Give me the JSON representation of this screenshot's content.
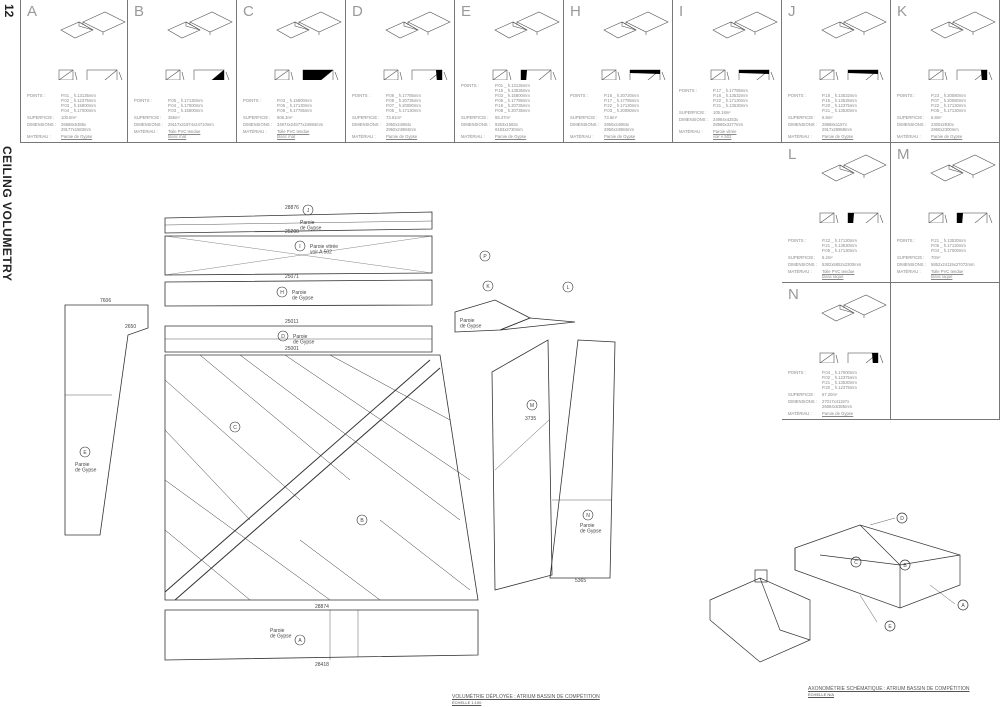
{
  "sheet": {
    "number": "12",
    "title": "CEILING VOLUMETRY"
  },
  "labels": {
    "points": "POINTS :",
    "surface": "SUPERFICIE :",
    "dimensions": "DIMENSIONS :",
    "material": "MATÉRIAU :"
  },
  "panels": [
    {
      "letter": "A",
      "points": "P.01 _ h.13135mm\nP.02 _ h.12375mm\nP.03 _ h.15800mm\nP.04 _ h.17000mm",
      "surface": "100.8m²",
      "dimensions": "26868x5385x\n29177x1583mm",
      "material": "Paroie de Gypse",
      "fill": "bottom-strip"
    },
    {
      "letter": "B",
      "points": "P.05 _ h.17130mm\nP.04 _ h.17000mm\nP.03 _ h.15800mm",
      "surface": "355m²",
      "dimensions": "29117x31974x24710mm",
      "material": "Toile PVC tendue\nblanc mat",
      "fill": "lower-triangle"
    },
    {
      "letter": "C",
      "points": "P.03 _ h.15800mm\nP.05 _ h.17130mm\nP.06 _ h.17785mm",
      "surface": "506.3m²",
      "dimensions": "34974x24577x24984mm",
      "material": "Toile PVC tendue\nblanc mat",
      "fill": "upper-triangle"
    },
    {
      "letter": "D",
      "points": "P.06 _ h.17785mm\nP.08 _ h.20735mm\nP.07 _ h.20080mm\nP.05 _ h.17130mm",
      "surface": "73.61m²",
      "dimensions": "2950x24984x\n2950x24984mm",
      "material": "Paroie de Gypse",
      "fill": "right-strip"
    },
    {
      "letter": "E",
      "points": "P.01 _ h.13135mm\nP.15 _ h.13535mm\nP.03 _ h.15800mm\nP.06 _ h.17785mm\nP.16 _ h.20735mm\nP.08 _ h.20735mm",
      "surface": "55.47m²",
      "dimensions": "9263x1583x\n9183x2730mm",
      "material": "Paroie de Gypse",
      "fill": "left-strip"
    },
    {
      "letter": "H",
      "points": "P.16 _ h.20720mm\nP.17 _ h.17785mm\nP.22 _ h.17130mm\nP.03 _ h.20080mm",
      "surface": "73.6m²",
      "dimensions": "2950x24984x\n2950x24984mm",
      "material": "Paroie de Gypse",
      "fill": "top-strip"
    },
    {
      "letter": "I",
      "points": "P.17 _ h.17785mm\nP.16 _ h.13532mm\nP.22 _ h.17130mm\nP.21 _ h.13530mm",
      "surface": "105.18m²",
      "dimensions": "24984x4253x\n28966x3377mm",
      "material": "Paroie vitrée\nvoir A 502",
      "fill": "top-strip"
    },
    {
      "letter": "J",
      "points": "P.18 _ h.13532mm\nP.15 _ h.13535mm\nP.20 _ h.12375mm\nP.21 _ h.13530mm",
      "surface": "6.8m²",
      "dimensions": "28868x1157x\n2917x28958mm",
      "material": "Paroie de Gypse",
      "fill": "top-strip"
    },
    {
      "letter": "K",
      "points": "P.23 _ h.20080mm\nP.07 _ h.20080mm\nP.22 _ h.17130mm\nP.05 _ h.17130mm",
      "surface": "6.8m²",
      "dimensions": "2300x2930x\n2950x2300mm",
      "material": "Paroie de Gypse",
      "fill": "right-strip"
    },
    {
      "letter": "L",
      "points": "P.22 _ h.17130mm\nP.21 _ h.13530mm\nP.05 _ h.17130mm",
      "surface": "6.2m²",
      "dimensions": "5382x5852x2300mm",
      "material": "Toile PVC tendue\nblanc laqué",
      "fill": "left-strip"
    },
    {
      "letter": "M",
      "points": "P.21 _ h.13530mm\nP.05 _ h.17130mm\nP.04 _ h.17000mm",
      "surface": "70m²",
      "dimensions": "5852x24119x27072mm",
      "material": "Toile PVC tendue\nblanc laqué",
      "fill": "left-strip"
    },
    {
      "letter": "N",
      "points": "P.04 _ h.17000mm\nP.02 _ h.12375mm\nP.21 _ h.13530mm\nP.20 _ h.12375mm",
      "surface": "67.20m²",
      "dimensions": "27017x41197x\n26684x5385mm",
      "material": "Paroie de Gypse",
      "fill": "right-strip"
    }
  ],
  "drawing": {
    "surfaces": {
      "J": "J",
      "I": "I",
      "H": "H",
      "D": "D",
      "C": "C",
      "B": "B",
      "A": "A",
      "E": "E",
      "K": "K",
      "L": "L",
      "M": "M",
      "N": "N",
      "P": "P"
    },
    "gypse": "Paroie\nde Gypse",
    "glass": "Paroie vitrée\nvoir A 502",
    "dims": {
      "j_top": "28876",
      "j_bottom": "25200",
      "h": "25071",
      "d_top": "25011",
      "d_bottom": "25001",
      "a_top": "28874",
      "a_bottom": "28418",
      "e_top": "7606",
      "e_left": "2650",
      "m": "3735",
      "n": "5365"
    }
  },
  "axo_labels": [
    "D",
    "C",
    "B",
    "A",
    "E"
  ],
  "captions": [
    {
      "title": "VOLUMÉTRIE DÉPLOYÉE : ATRIUM BASSIN DE COMPÉTITION",
      "scale": "ÉCHELLE 1:100"
    },
    {
      "title": "AXONOMÉTRIE SCHÉMATIQUE : ATRIUM BASSIN DE COMPÉTITION",
      "scale": "ÉCHELLE N/A"
    }
  ]
}
